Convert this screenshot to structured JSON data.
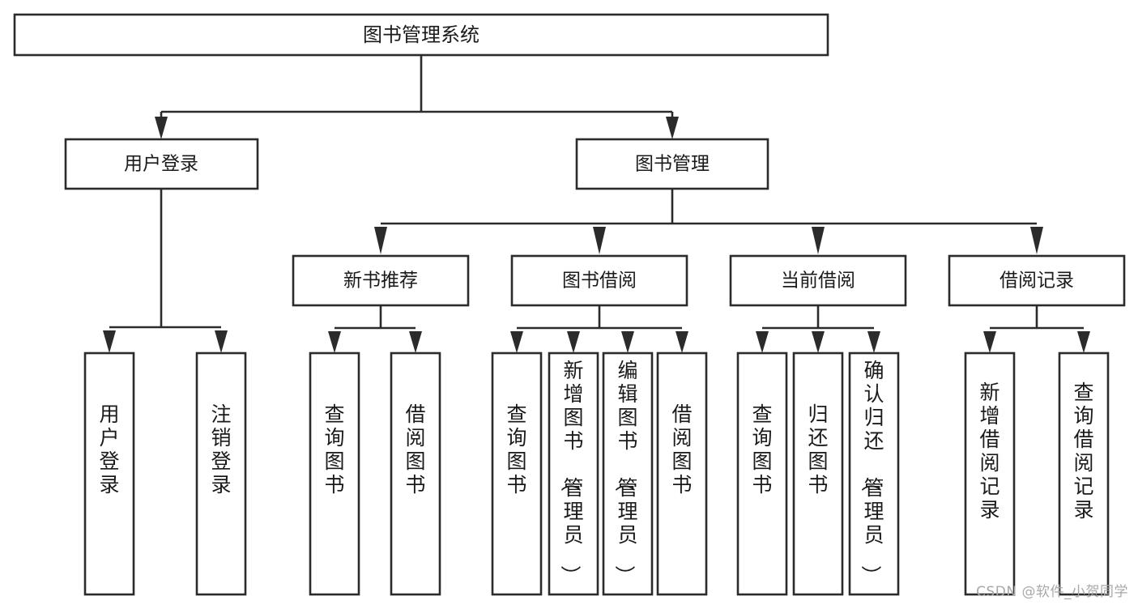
{
  "diagram": {
    "title": "图书管理系统",
    "type": "hierarchy-tree",
    "watermark": "CSDN @软件_小贺同学",
    "colors": {
      "stroke": "#2b2b2b",
      "fill": "#ffffff",
      "text": "#1a1a1a",
      "watermark": "#a8a8a8",
      "background": "#ffffff"
    },
    "levels": [
      {
        "level": 1,
        "nodes": [
          {
            "id": "root",
            "label": "图书管理系统",
            "orientation": "horizontal"
          }
        ]
      },
      {
        "level": 2,
        "nodes": [
          {
            "id": "user-login",
            "label": "用户登录",
            "orientation": "horizontal",
            "parent": "root"
          },
          {
            "id": "book-manage",
            "label": "图书管理",
            "orientation": "horizontal",
            "parent": "root"
          }
        ]
      },
      {
        "level": 3,
        "nodes": [
          {
            "id": "new-book-rec",
            "label": "新书推荐",
            "orientation": "horizontal",
            "parent": "book-manage"
          },
          {
            "id": "book-borrow",
            "label": "图书借阅",
            "orientation": "horizontal",
            "parent": "book-manage"
          },
          {
            "id": "current-borrow",
            "label": "当前借阅",
            "orientation": "horizontal",
            "parent": "book-manage"
          },
          {
            "id": "borrow-record",
            "label": "借阅记录",
            "orientation": "horizontal",
            "parent": "book-manage"
          }
        ]
      },
      {
        "level": 4,
        "nodes": [
          {
            "id": "leaf-user-login",
            "label": "用户登录",
            "orientation": "vertical",
            "parent": "user-login"
          },
          {
            "id": "leaf-user-logout",
            "label": "注销登录",
            "orientation": "vertical",
            "parent": "user-login"
          },
          {
            "id": "leaf-query-book-1",
            "label": "查询图书",
            "orientation": "vertical",
            "parent": "new-book-rec"
          },
          {
            "id": "leaf-borrow-book-1",
            "label": "借阅图书",
            "orientation": "vertical",
            "parent": "new-book-rec"
          },
          {
            "id": "leaf-query-book-2",
            "label": "查询图书",
            "orientation": "vertical",
            "parent": "book-borrow"
          },
          {
            "id": "leaf-add-book",
            "label": "新增图书（管理员）",
            "orientation": "vertical",
            "parent": "book-borrow"
          },
          {
            "id": "leaf-edit-book",
            "label": "编辑图书（管理员）",
            "orientation": "vertical",
            "parent": "book-borrow"
          },
          {
            "id": "leaf-borrow-book-2",
            "label": "借阅图书",
            "orientation": "vertical",
            "parent": "book-borrow"
          },
          {
            "id": "leaf-query-book-3",
            "label": "查询图书",
            "orientation": "vertical",
            "parent": "current-borrow"
          },
          {
            "id": "leaf-return-book",
            "label": "归还图书",
            "orientation": "vertical",
            "parent": "current-borrow"
          },
          {
            "id": "leaf-confirm-return",
            "label": "确认归还（管理员）",
            "orientation": "vertical",
            "parent": "current-borrow"
          },
          {
            "id": "leaf-add-record",
            "label": "新增借阅记录",
            "orientation": "vertical",
            "parent": "borrow-record"
          },
          {
            "id": "leaf-query-record",
            "label": "查询借阅记录",
            "orientation": "vertical",
            "parent": "borrow-record"
          }
        ]
      }
    ]
  }
}
